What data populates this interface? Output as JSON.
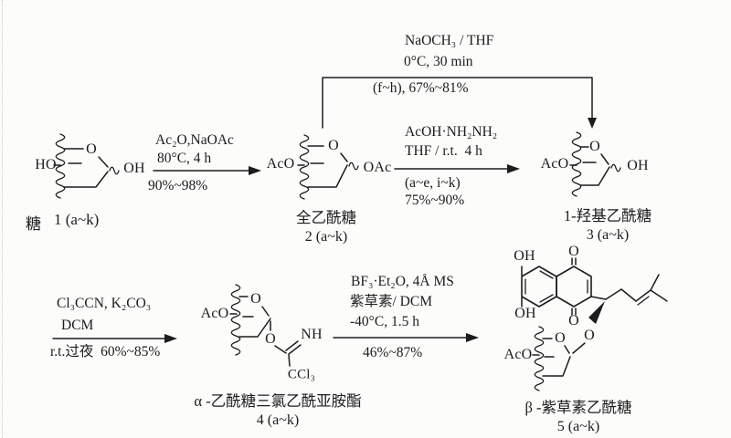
{
  "colors": {
    "ink": "#1c1c1c",
    "background": "#fcfcfb"
  },
  "structures": {
    "s1": {
      "left_group": "HO",
      "ring_o": "O",
      "anomeric_group": "OH",
      "name": "糖",
      "number": "1 (a~k)"
    },
    "s2": {
      "left_group": "AcO",
      "ring_o": "O",
      "anomeric_group": "OAc",
      "name": "全乙酰糖",
      "number": "2 (a~k)"
    },
    "s3": {
      "left_group": "AcO",
      "ring_o": "O",
      "anomeric_group": "OH",
      "name": "1-羟基乙酰糖",
      "number": "3 (a~k)"
    },
    "s4": {
      "left_group": "AcO",
      "ring_o": "O",
      "exo_o": "O",
      "imine_nh": "NH",
      "ccl3": "CCl₃",
      "name": "α -乙酰糖三氯乙酰亚胺酯",
      "number": "4 (a~k)"
    },
    "s5": {
      "oh_top": "OH",
      "quinone_o_top": "O",
      "oh_bottom": "OH",
      "quinone_o_bottom": "O",
      "left_group": "AcO",
      "ring_o": "O",
      "glycosidic_o": "O",
      "name": "β -紫草素乙酰糖",
      "number": "5 (a~k)"
    }
  },
  "arrows": {
    "step1": {
      "reagents_line1": "Ac₂O,NaOAc",
      "reagents_line2": "80°C, 4 h",
      "yield": "90%~98%"
    },
    "step2": {
      "reagents_line1": "AcOH·NH₂NH₂",
      "reagents_line2": "THF / r.t.  4 h",
      "scope": "(a~e, i~k)",
      "yield": "75%~90%"
    },
    "bypass": {
      "reagents_line1": "NaOCH₃ / THF",
      "reagents_line2": "0°C, 30 min",
      "scope_yield": "(f~h), 67%~81%"
    },
    "step3": {
      "reagents_line1": "Cl₃CCN, K₂CO₃",
      "reagents_line2": "DCM",
      "yield": "r.t.过夜  60%~85%"
    },
    "step4": {
      "reagents_line1": "BF₃·Et₂O, 4Å MS",
      "reagents_line2": "紫草素/ DCM",
      "reagents_line3": "-40°C, 1.5 h",
      "yield": "46%~87%"
    }
  }
}
